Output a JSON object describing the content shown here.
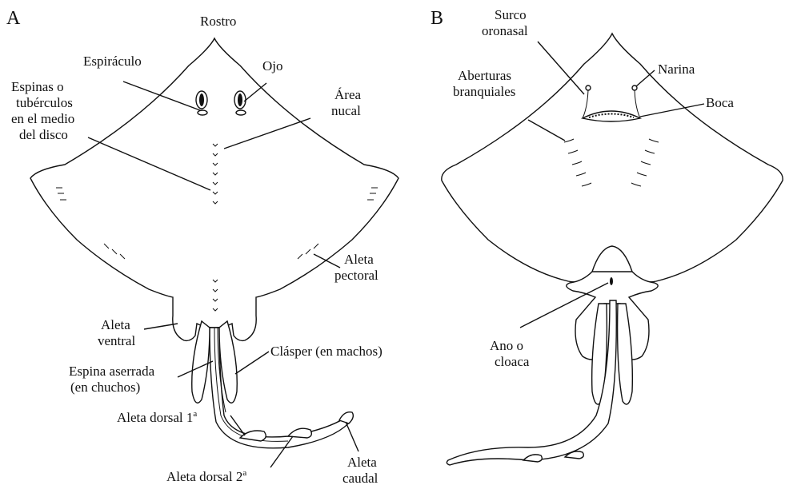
{
  "panel_a": {
    "letter": "A",
    "rostro": "Rostro",
    "espiraculo": "Espiráculo",
    "ojo": "Ojo",
    "espinas": [
      "Espinas o",
      "tubérculos",
      "en el medio",
      "del disco"
    ],
    "area_nucal": [
      "Área",
      "nucal"
    ],
    "aleta_pectoral": [
      "Aleta",
      "pectoral"
    ],
    "aleta_ventral": [
      "Aleta",
      "ventral"
    ],
    "clasper": "Clásper (en machos)",
    "espina_aserrada": [
      "Espina aserrada",
      "(en chuchos)"
    ],
    "aleta_dorsal_1": "Aleta dorsal 1",
    "aleta_dorsal_2": "Aleta dorsal 2",
    "superscript": "a",
    "aleta_caudal": [
      "Aleta",
      "caudal"
    ]
  },
  "panel_b": {
    "letter": "B",
    "surco": [
      "Surco",
      "oronasal"
    ],
    "aberturas": [
      "Aberturas",
      "branquiales"
    ],
    "narina": "Narina",
    "boca": "Boca",
    "ano": [
      "Ano o",
      "cloaca"
    ]
  }
}
